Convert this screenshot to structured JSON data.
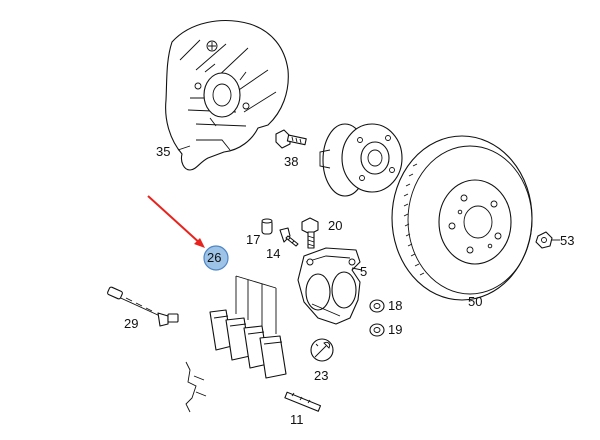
{
  "labels": {
    "p35": "35",
    "p38": "38",
    "p20": "20",
    "p17": "17",
    "p14": "14",
    "p26": "26",
    "p5": "5",
    "p29": "29",
    "p18": "18",
    "p19": "19",
    "p23": "23",
    "p11": "11",
    "p50": "50",
    "p53": "53"
  },
  "highlight": {
    "part": "26",
    "badge_color": "#9dc3e6",
    "badge_stroke": "#4f86c6",
    "arrow_color": "#e8231d"
  }
}
